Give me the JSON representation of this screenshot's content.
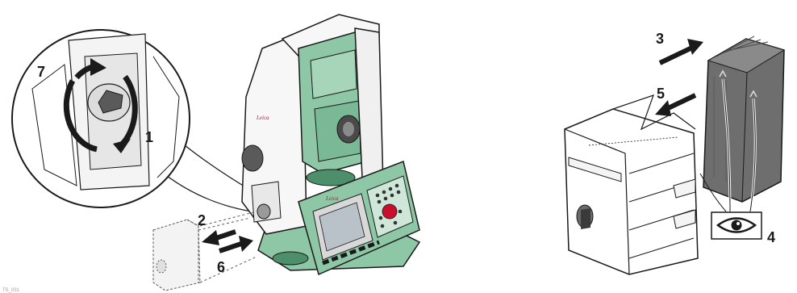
{
  "figure": {
    "figure_id": "TS_031",
    "brand_text": "Leica",
    "callouts": [
      {
        "id": "c7",
        "label": "7"
      },
      {
        "id": "c1",
        "label": "1"
      },
      {
        "id": "c2",
        "label": "2"
      },
      {
        "id": "c6",
        "label": "6"
      },
      {
        "id": "c3",
        "label": "3"
      },
      {
        "id": "c5",
        "label": "5"
      },
      {
        "id": "c4",
        "label": "4"
      }
    ]
  },
  "colors": {
    "instrument_green": "#8dc7a6",
    "instrument_green_dark": "#4e8f6b",
    "outline": "#1a1a1a",
    "brand_red": "#c8102e",
    "battery_gray": "#6e6e6e"
  }
}
